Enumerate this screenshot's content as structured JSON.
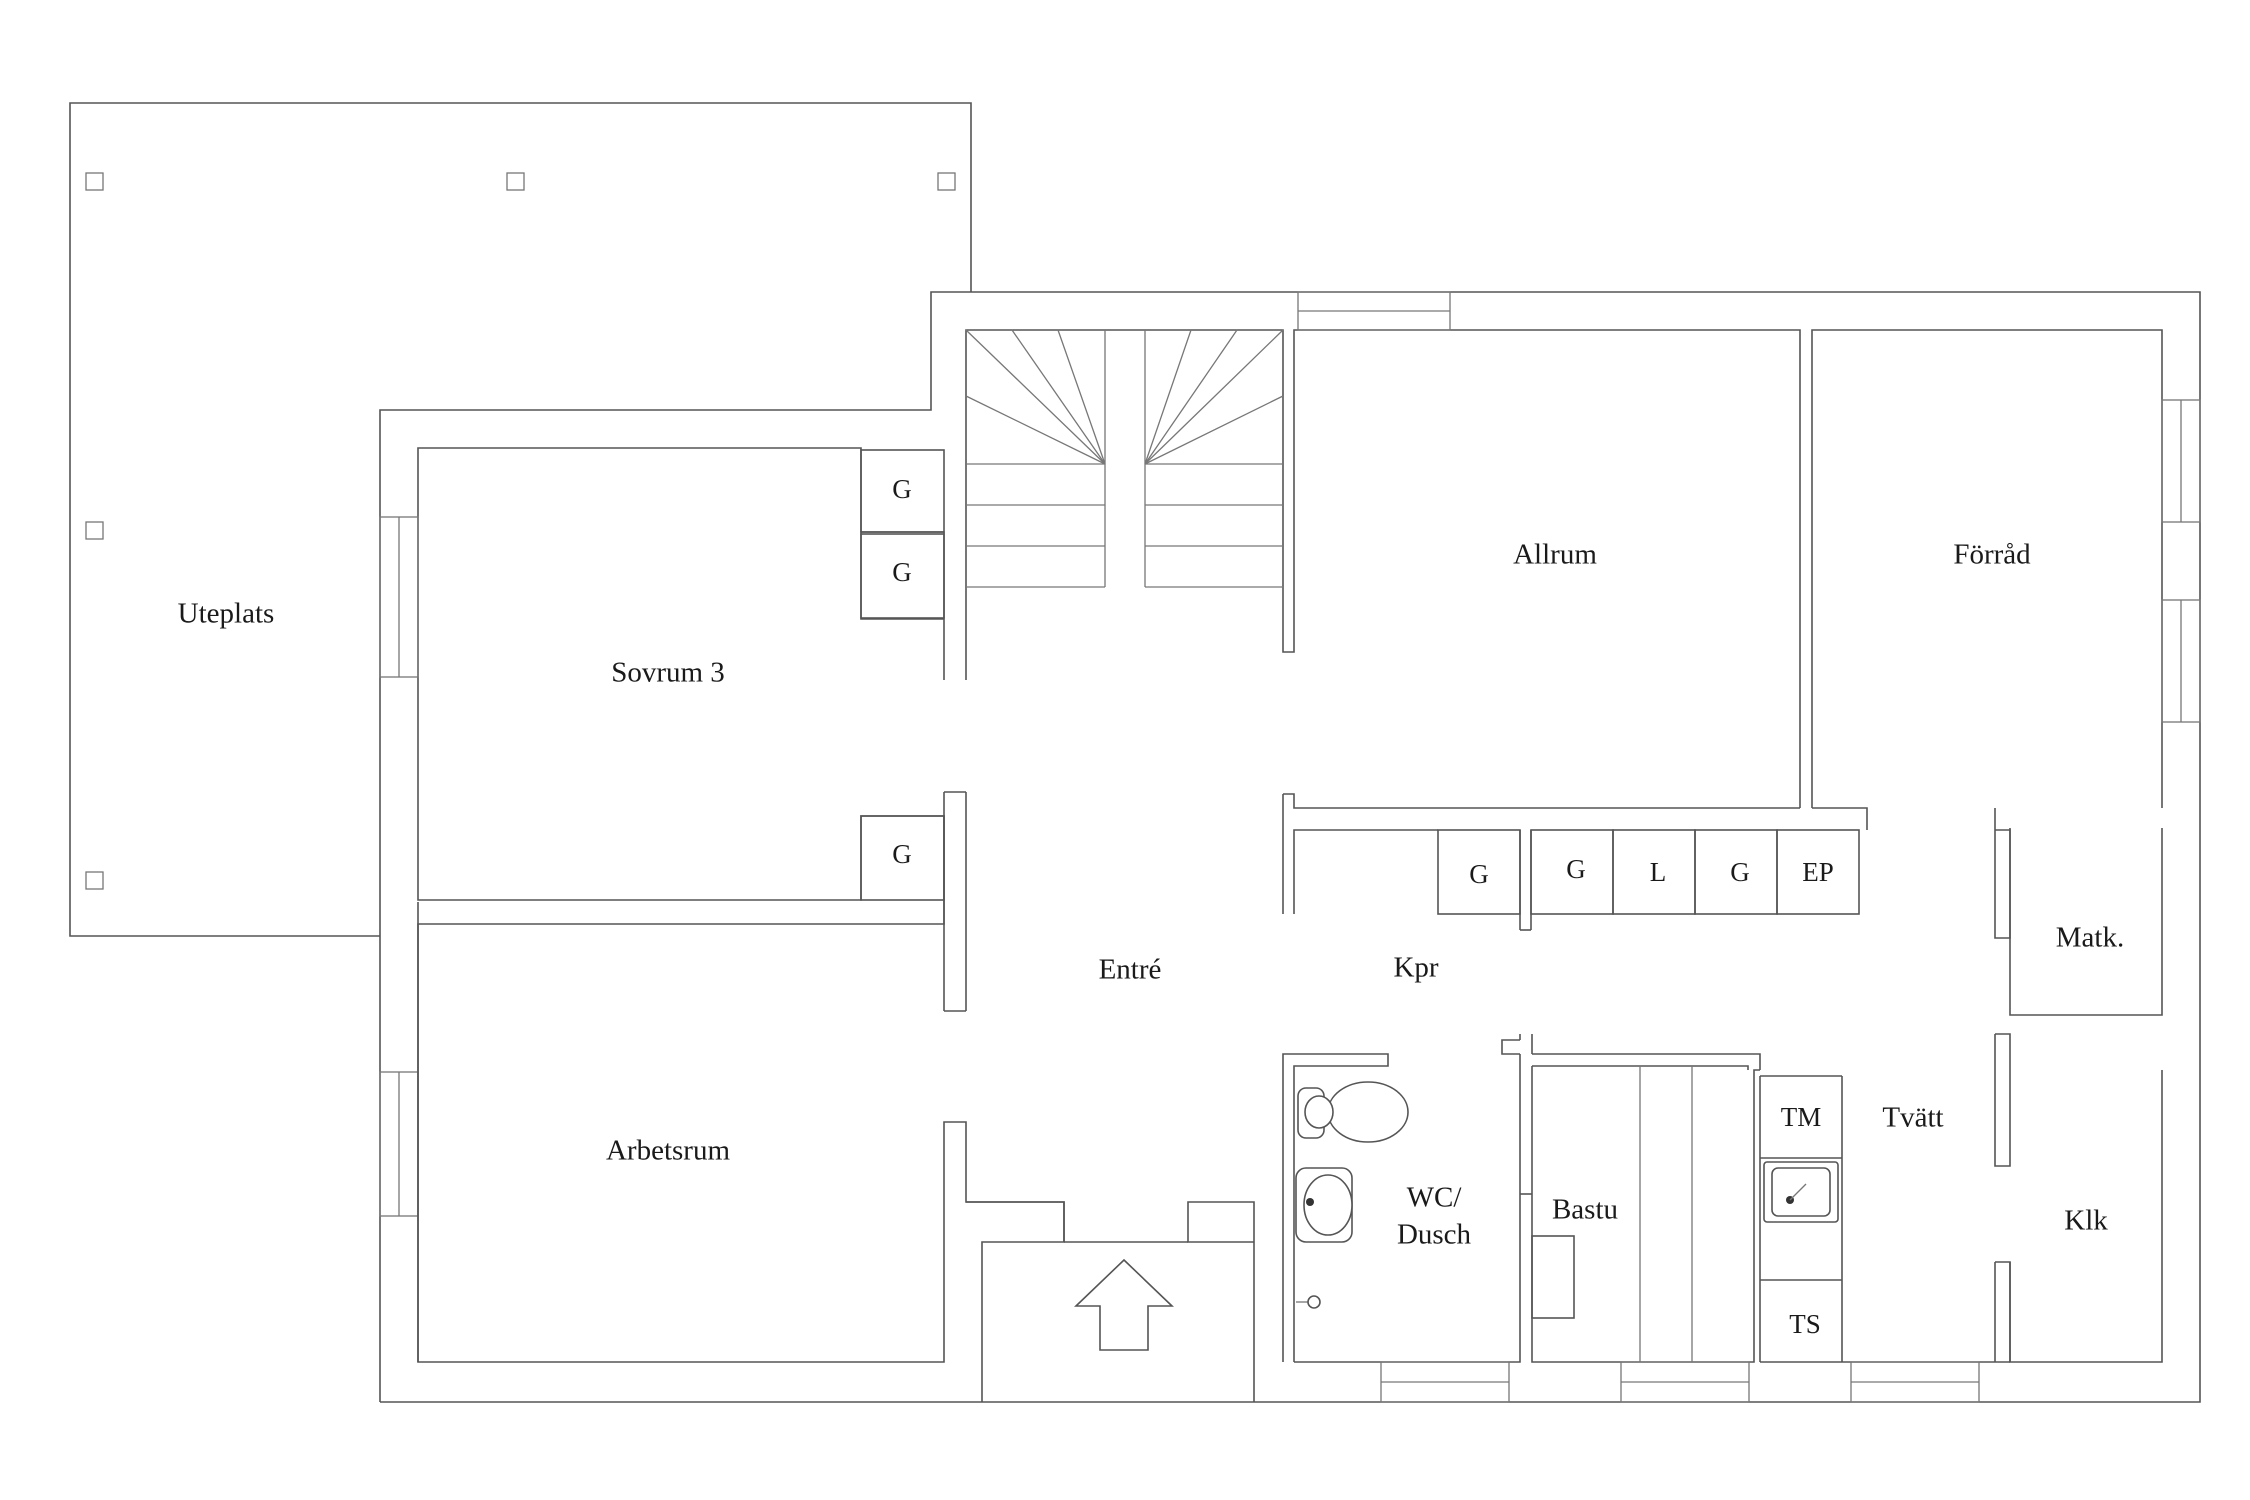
{
  "rooms": {
    "uteplats": "Uteplats",
    "sovrum3": "Sovrum 3",
    "allrum": "Allrum",
    "forrad": "Förråd",
    "entre": "Entré",
    "kpr": "Kpr",
    "arbetsrum": "Arbetsrum",
    "matk": "Matk.",
    "tvatt": "Tvätt",
    "klk": "Klk",
    "bastu": "Bastu",
    "wc_line1": "WC/",
    "wc_line2": "Dusch"
  },
  "closets": {
    "sovrum_g1": "G",
    "sovrum_g2": "G",
    "sovrum_g3": "G",
    "hall_g1": "G",
    "hall_g2": "G",
    "hall_l": "L",
    "hall_g3": "G",
    "hall_ep": "EP"
  },
  "appliances": {
    "tm": "TM",
    "ts": "TS"
  },
  "icons": [
    "entrance-arrow-icon",
    "toilet-icon",
    "sink-icon",
    "laundry-sink-icon",
    "stair-icon",
    "shower-drain-icon"
  ]
}
